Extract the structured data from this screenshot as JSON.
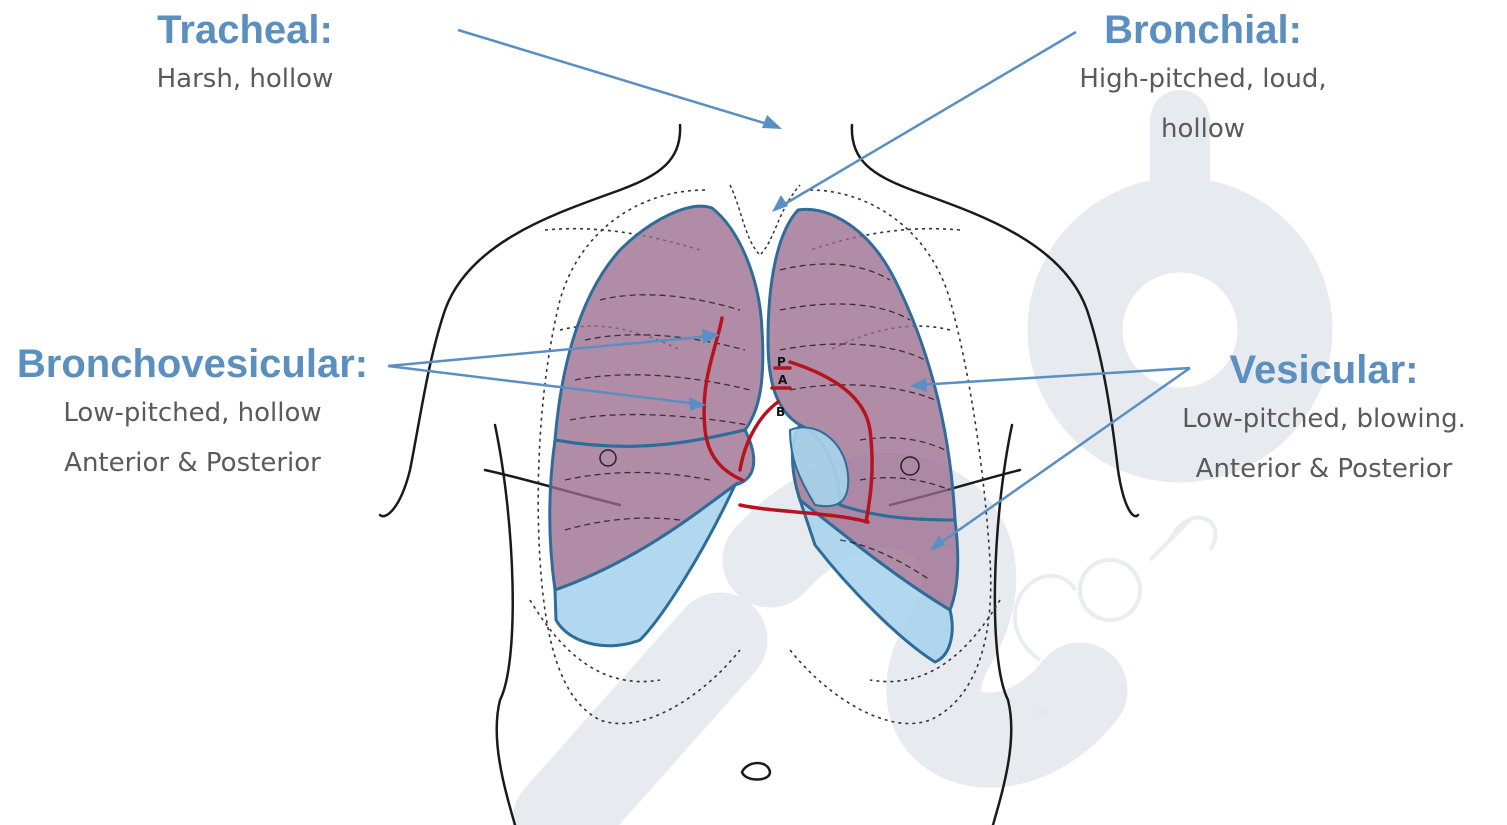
{
  "labels": {
    "tracheal": {
      "title": "Tracheal:",
      "lines": [
        "Harsh, hollow"
      ]
    },
    "bronchial": {
      "title": "Bronchial:",
      "lines": [
        "High-pitched, loud,",
        "hollow"
      ]
    },
    "bronchovesicular": {
      "title": "Bronchovesicular:",
      "lines": [
        "Low-pitched, hollow",
        "Anterior & Posterior"
      ]
    },
    "vesicular": {
      "title": "Vesicular:",
      "lines": [
        "Low-pitched, blowing.",
        "Anterior & Posterior"
      ]
    }
  },
  "heart_markers": [
    "P",
    "A",
    "B"
  ],
  "colors": {
    "accent": "#5b8fc0",
    "arrow": "#5a8fc3",
    "lung_fill": "#9b6b8e",
    "lower_lobe_fill": "#a9d4ec",
    "heart_outline": "#b5141f",
    "outline": "#1a1a1a",
    "watermark": "#e6eaef"
  }
}
